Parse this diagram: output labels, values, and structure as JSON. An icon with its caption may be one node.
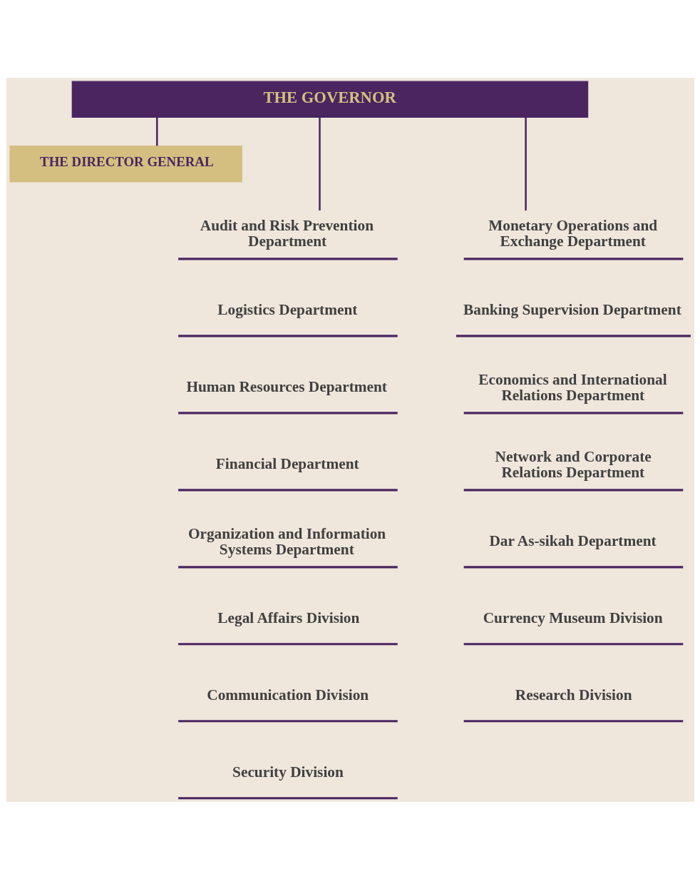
{
  "diagram": {
    "nodes": [
      {
        "text": [
          "THE GOVERNOR"
        ]
      },
      {
        "text": [
          "THE DIRECTOR GENERAL"
        ]
      },
      {
        "text": [
          "Audit and Risk Prevention Department"
        ]
      },
      {
        "text": [
          "Monetary Operations and Exchange Department"
        ]
      },
      {
        "text": [
          "Logistics Department"
        ]
      },
      {
        "text": [
          "Banking Supervision Department"
        ]
      },
      {
        "text": [
          "Human Resources Department"
        ]
      },
      {
        "text": [
          "Economics and International Relations Department"
        ]
      },
      {
        "text": [
          "Financial Department"
        ]
      },
      {
        "text": [
          "Network and Corporate Relations Department"
        ]
      },
      {
        "text": [
          "Organization and Information Systems Department"
        ]
      },
      {
        "text": [
          "Dar As-sikah Department"
        ]
      },
      {
        "text": [
          "Legal Affairs Division"
        ]
      },
      {
        "text": [
          "Currency Museum Division"
        ]
      },
      {
        "text": [
          "Communication Division"
        ]
      },
      {
        "text": [
          "Research Division"
        ]
      },
      {
        "text": [
          "Security Division"
        ]
      }
    ],
    "edges": [
      {
        "from": 0,
        "to": 1,
        "arrow": "none"
      },
      {
        "from": 0,
        "to": 2,
        "arrow": "none"
      },
      {
        "from": 0,
        "to": 3,
        "arrow": "none"
      }
    ]
  }
}
